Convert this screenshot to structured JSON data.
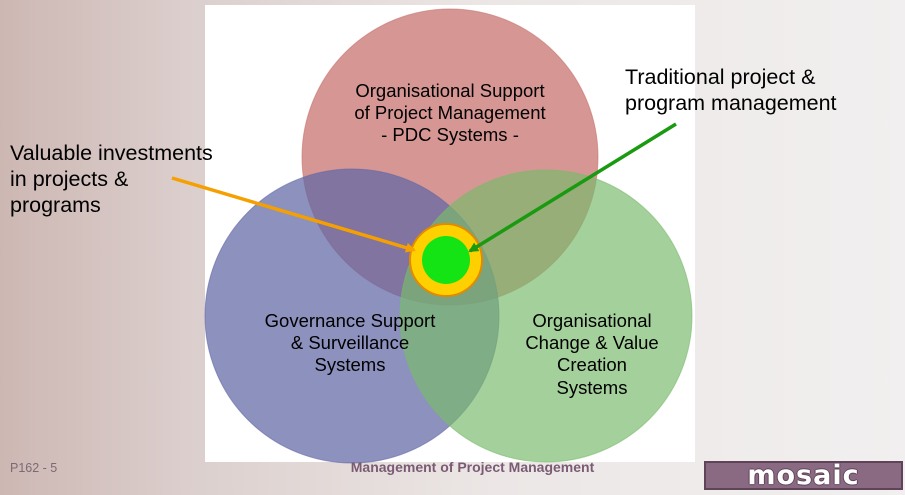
{
  "diagram": {
    "circles": [
      {
        "id": "top",
        "text": "Organisational Support\nof Project Management\n- PDC Systems -",
        "color": "#c77370"
      },
      {
        "id": "left",
        "text": "Governance Support\n& Surveillance\nSystems",
        "color": "#6166a5"
      },
      {
        "id": "right",
        "text": "Organisational\nChange & Value\nCreation\nSystems",
        "color": "#79ba6b"
      }
    ],
    "center": {
      "inner_color": "#14e314",
      "ring_color": "#ffd000",
      "outline_color": "#e38a00"
    },
    "callouts": {
      "left": {
        "text": "Valuable investments\nin projects &\nprograms",
        "arrow_color": "#f5a000"
      },
      "right": {
        "text": "Traditional project &\nprogram management",
        "arrow_color": "#1a9a10"
      }
    }
  },
  "footer": {
    "page": "P162 - 5",
    "title": "Management of Project Management",
    "logo": "mosaic"
  }
}
